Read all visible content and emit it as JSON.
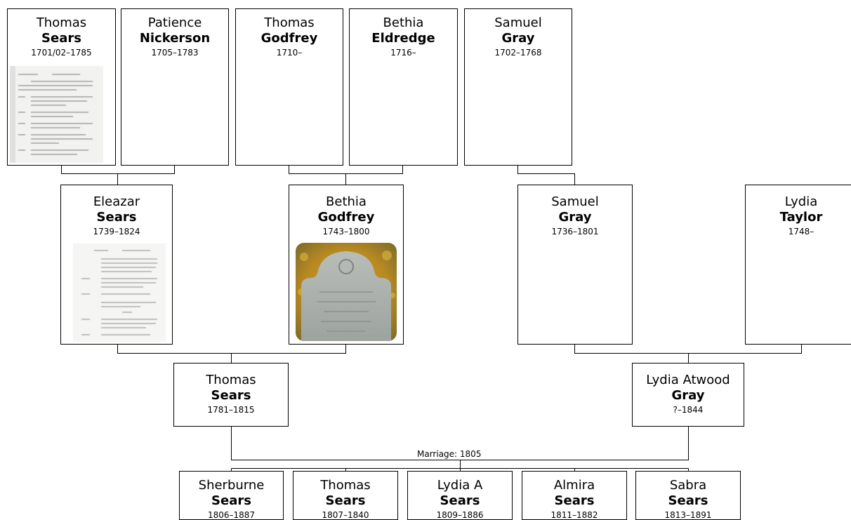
{
  "generation_1": [
    {
      "given": "Thomas",
      "surname": "Sears",
      "dates": "1701/02–1785"
    },
    {
      "given": "Patience",
      "surname": "Nickerson",
      "dates": "1705–1783"
    },
    {
      "given": "Thomas",
      "surname": "Godfrey",
      "dates": "1710–"
    },
    {
      "given": "Bethia",
      "surname": "Eldredge",
      "dates": "1716–"
    },
    {
      "given": "Samuel",
      "surname": "Gray",
      "dates": "1702–1768"
    }
  ],
  "generation_2": [
    {
      "given": "Eleazar",
      "surname": "Sears",
      "dates": "1739–1824"
    },
    {
      "given": "Bethia",
      "surname": "Godfrey",
      "dates": "1743–1800"
    },
    {
      "given": "Samuel",
      "surname": "Gray",
      "dates": "1736–1801"
    },
    {
      "given": "Lydia",
      "surname": "Taylor",
      "dates": "1748–"
    }
  ],
  "generation_3": [
    {
      "given": "Thomas",
      "surname": "Sears",
      "dates": "1781–1815"
    },
    {
      "given": "Lydia Atwood",
      "surname": "Gray",
      "dates": "?–1844"
    }
  ],
  "marriage_label": "Marriage: 1805",
  "children": [
    {
      "given": "Sherburne",
      "surname": "Sears",
      "dates": "1806–1887"
    },
    {
      "given": "Thomas",
      "surname": "Sears",
      "dates": "1807–1840"
    },
    {
      "given": "Lydia A",
      "surname": "Sears",
      "dates": "1809–1886"
    },
    {
      "given": "Almira",
      "surname": "Sears",
      "dates": "1811–1882"
    },
    {
      "given": "Sabra",
      "surname": "Sears",
      "dates": "1813–1891"
    }
  ]
}
